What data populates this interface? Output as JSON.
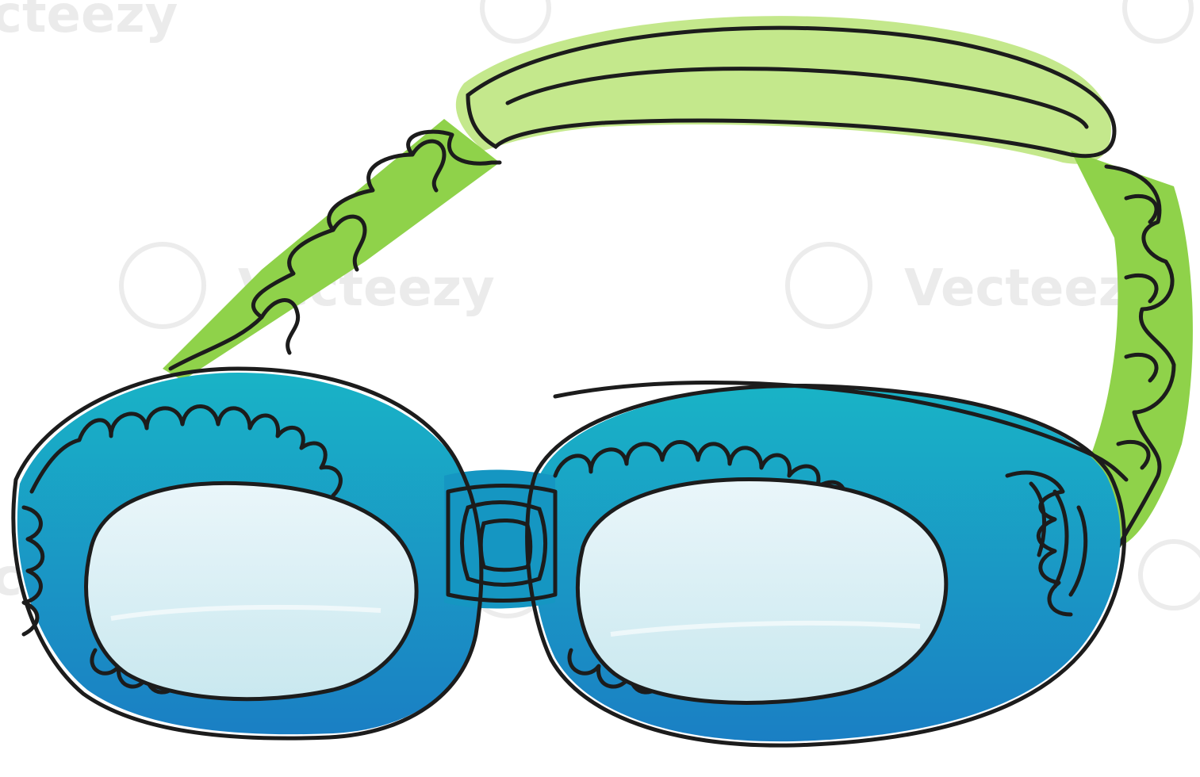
{
  "illustration": {
    "subject": "swimming-goggles",
    "style": "single continuous line drawing with swirl curls",
    "colors": {
      "strap": "#c4e88c",
      "strap_dark": "#8fd24a",
      "frame_top": "#19b3c6",
      "frame_bottom": "#1a7fc4",
      "lens": "#d6eef4",
      "lens_light": "#eaf6fa",
      "outline": "#1c1c1c",
      "background": "#ffffff"
    }
  },
  "watermark": {
    "brand": "Vecteezy",
    "partial_left_top": "cteezy",
    "partial_left_mid": "cteezy"
  }
}
